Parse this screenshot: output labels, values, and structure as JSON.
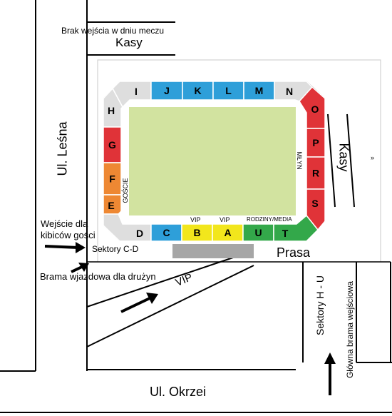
{
  "streets": {
    "lesna": "Ul. Leśna",
    "okrzei": "Ul. Okrzei"
  },
  "entrances": {
    "no_entry_matchday": "Brak wejścia w dniu meczu",
    "kasy_top": "Kasy",
    "kasy_right": "Kasy",
    "away_entrance": "Wejście dla kibiców gości",
    "away_entrance_line1": "Wejście dla",
    "away_entrance_line2": "kibiców gości",
    "sectors_cd": "Sektory C-D",
    "team_gate": "Brama wjazdowa dla drużyn",
    "vip_road": "VIP",
    "press": "Prasa",
    "sectors_hu": "Sektory H - U",
    "main_gate": "Główna brama wejściowa"
  },
  "stand_labels": {
    "goscie": "GOŚCIE",
    "mlyn": "MŁYN",
    "vip_b": "VIP",
    "vip_a": "VIP",
    "rodziny": "RODZINY/MEDIA"
  },
  "sectors": [
    {
      "id": "I",
      "color": "#dedede"
    },
    {
      "id": "J",
      "color": "#2e9fd9"
    },
    {
      "id": "K",
      "color": "#2e9fd9"
    },
    {
      "id": "L",
      "color": "#2e9fd9"
    },
    {
      "id": "M",
      "color": "#2e9fd9"
    },
    {
      "id": "N",
      "color": "#dedede"
    },
    {
      "id": "H",
      "color": "#dedede"
    },
    {
      "id": "G",
      "color": "#e03338"
    },
    {
      "id": "F",
      "color": "#ee8833"
    },
    {
      "id": "E",
      "color": "#ee8833"
    },
    {
      "id": "D",
      "color": "#dedede"
    },
    {
      "id": "C",
      "color": "#2e9fd9"
    },
    {
      "id": "B",
      "color": "#f2e61c"
    },
    {
      "id": "A",
      "color": "#f2e61c"
    },
    {
      "id": "U",
      "color": "#33a84a"
    },
    {
      "id": "T",
      "color": "#33a84a"
    },
    {
      "id": "O",
      "color": "#e03338"
    },
    {
      "id": "P",
      "color": "#e03338"
    },
    {
      "id": "R",
      "color": "#e03338"
    },
    {
      "id": "S",
      "color": "#e03338"
    }
  ],
  "colors": {
    "pitch": "#d2e3a0",
    "away": "#ee8833",
    "home_red": "#e03338",
    "blue": "#2e9fd9",
    "vip_yellow": "#f2e61c",
    "family_green": "#33a84a",
    "neutral_grey": "#dedede",
    "press_box": "#a6a6a6"
  }
}
